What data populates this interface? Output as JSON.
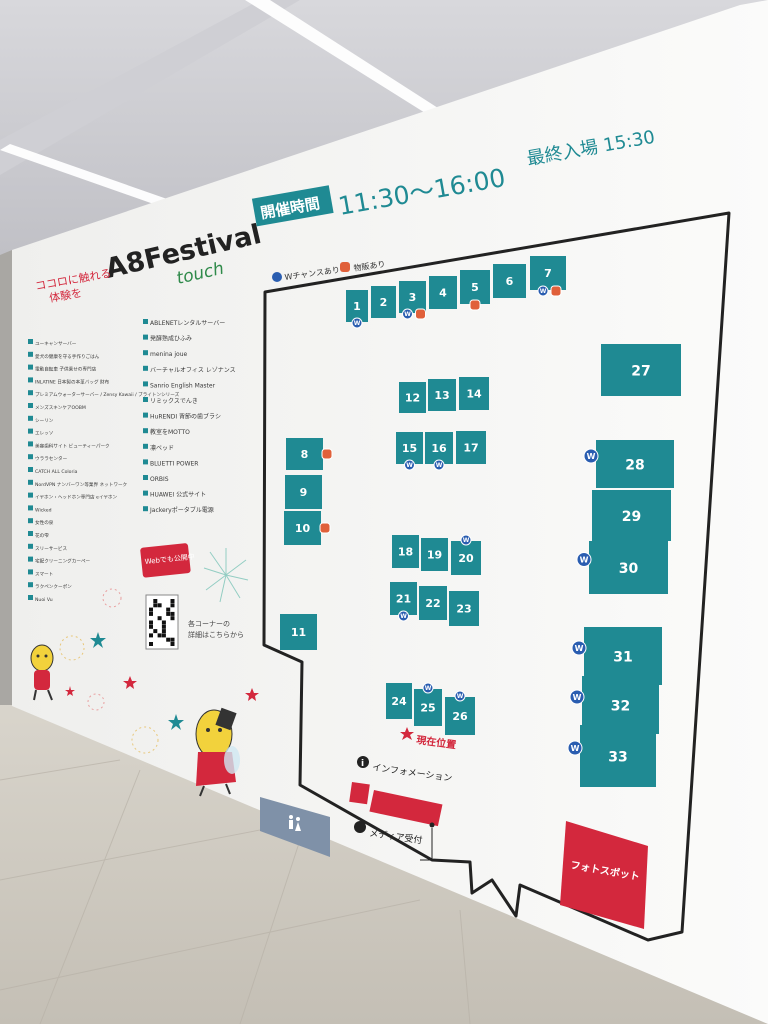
{
  "logo": {
    "brand": "A8Festival",
    "sub": "touch"
  },
  "tagline": [
    "ココロに触れる",
    "体験を"
  ],
  "hours": {
    "label": "開催時間",
    "time": "11:30～16:00",
    "last_entry": "最終入場 15:30"
  },
  "legend": {
    "w_chance": "Wチャンスあり",
    "goods": "物販あり"
  },
  "exhibitors_left": [
    "ユーキャンサーバー",
    "愛犬の健康を守る手作りごはん",
    "電動自転車 子供乗せの専門店",
    "INLATINE 日本製の本革バッグ 財布",
    "プレミアムウォーターサーバー / Zensy Kawaii / ブライトンシリーズ",
    "メンズスキンケアOOBM",
    "シーリン",
    "エレッソ",
    "美容歯科サイト ビューティーパーク",
    "ウララセンター",
    "CATCH ALL Coloria",
    "NordVPN ナンバーワン等業界 ネットワーク",
    "イヤホン・ヘッドホン専門店 eイヤホン",
    "Wicked",
    "女性の泉",
    "花の雫",
    "スリーサービス",
    "宅配クリーニングカーペー",
    "スマート",
    "ラクペンクーポン",
    "Nuoi Vu"
  ],
  "exhibitors_right": [
    "ABLENETレンタルサーバー",
    "発酵熟成ひふみ",
    "menina joue",
    "バーチャルオフィス レゾナンス",
    "Sanrio English Master",
    "リミックスでんき",
    "HuRENDI 背節の歯ブラシ",
    "教室をMOTTO",
    "凛ベッド",
    "BLUETTI POWER",
    "ORBIS",
    "HUAWEI 公式サイト",
    "Jackeryポータブル電源"
  ],
  "qr": {
    "badge": "Webでも公開中",
    "caption_1": "各コーナーの",
    "caption_2": "詳細はこちらから"
  },
  "map": {
    "current_position": "現在位置",
    "information": "インフォメーション",
    "media_reception": "メディア受付",
    "photo_spot": "フォトスポット",
    "restroom_icon": "restroom-icon"
  },
  "booths": [
    {
      "num": "1",
      "w": true,
      "goods": false
    },
    {
      "num": "2",
      "w": false,
      "goods": false
    },
    {
      "num": "3",
      "w": true,
      "goods": true
    },
    {
      "num": "4",
      "w": false,
      "goods": false
    },
    {
      "num": "5",
      "w": false,
      "goods": true
    },
    {
      "num": "6",
      "w": false,
      "goods": false
    },
    {
      "num": "7",
      "w": true,
      "goods": true
    },
    {
      "num": "8",
      "w": false,
      "goods": true
    },
    {
      "num": "9",
      "w": false,
      "goods": false
    },
    {
      "num": "10",
      "w": false,
      "goods": true
    },
    {
      "num": "11",
      "w": false,
      "goods": false
    },
    {
      "num": "12",
      "w": false,
      "goods": false
    },
    {
      "num": "13",
      "w": false,
      "goods": false
    },
    {
      "num": "14",
      "w": false,
      "goods": false
    },
    {
      "num": "15",
      "w": true,
      "goods": false
    },
    {
      "num": "16",
      "w": true,
      "goods": false
    },
    {
      "num": "17",
      "w": false,
      "goods": false
    },
    {
      "num": "18",
      "w": false,
      "goods": false
    },
    {
      "num": "19",
      "w": false,
      "goods": false
    },
    {
      "num": "20",
      "w": true,
      "goods": false
    },
    {
      "num": "21",
      "w": true,
      "goods": false
    },
    {
      "num": "22",
      "w": false,
      "goods": false
    },
    {
      "num": "23",
      "w": false,
      "goods": false
    },
    {
      "num": "24",
      "w": false,
      "goods": false
    },
    {
      "num": "25",
      "w": true,
      "goods": false
    },
    {
      "num": "26",
      "w": true,
      "goods": false
    },
    {
      "num": "27",
      "w": false,
      "goods": false
    },
    {
      "num": "28",
      "w": true,
      "goods": false
    },
    {
      "num": "29",
      "w": false,
      "goods": false
    },
    {
      "num": "30",
      "w": true,
      "goods": false
    },
    {
      "num": "31",
      "w": true,
      "goods": false
    },
    {
      "num": "32",
      "w": true,
      "goods": false
    },
    {
      "num": "33",
      "w": true,
      "goods": false
    }
  ],
  "w_mark": "W",
  "colors": {
    "teal": "#1f8a93",
    "red": "#d3283d",
    "blue": "#2a5db0",
    "board": "#f8f8f6"
  }
}
